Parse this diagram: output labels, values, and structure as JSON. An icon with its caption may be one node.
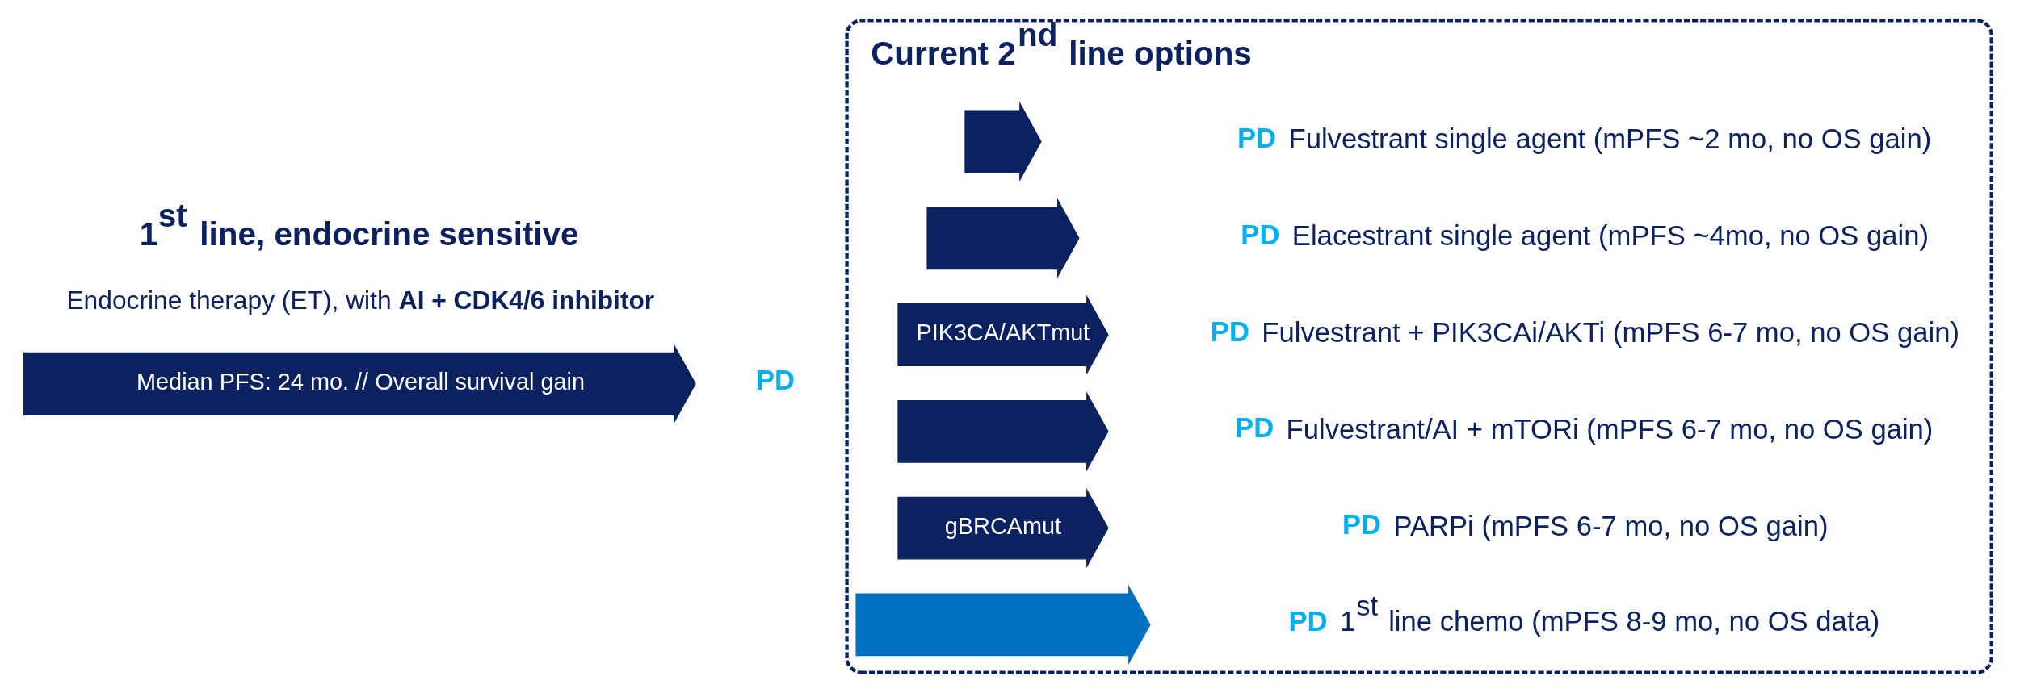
{
  "diagram": {
    "nodes": [
      {
        "text": [
          "Median PFS: 24 mo. // Overall survival gain"
        ]
      },
      {
        "text": [
          "PD"
        ]
      },
      {
        "text": [
          "Current 2$^{nd}$ line options"
        ]
      },
      {
        "text": [],
        "shape": "arrow",
        "in": 2
      },
      {
        "text": [
          "PD"
        ],
        "beside": [
          "Fulvestrant single agent (mPFS ~2 mo, no OS gain)"
        ],
        "in": 2
      },
      {
        "text": [],
        "shape": "arrow",
        "in": 2
      },
      {
        "text": [
          "PD"
        ],
        "beside": [
          "Elacestrant single agent (mPFS ~4mo, no OS gain)"
        ],
        "in": 2
      },
      {
        "text": [
          "PIK3CA/AKTmut"
        ],
        "in": 2
      },
      {
        "text": [
          "PD"
        ],
        "beside": [
          "Fulvestrant + PIK3CAi/AKTi (mPFS 6-7 mo, no OS gain)"
        ],
        "in": 2
      },
      {
        "text": [],
        "shape": "arrow",
        "in": 2
      },
      {
        "text": [
          "PD"
        ],
        "beside": [
          "Fulvestrant/AI + mTORi (mPFS 6-7 mo, no OS gain)"
        ],
        "in": 2
      },
      {
        "text": [
          "gBRCAmut"
        ],
        "in": 2
      },
      {
        "text": [
          "PD"
        ],
        "beside": [
          "PARPi (mPFS 6-7 mo, no OS gain)"
        ],
        "in": 2
      },
      {
        "text": [],
        "shape": "arrow",
        "in": 2
      },
      {
        "text": [
          "PD"
        ],
        "beside": [
          "1$^{st}$ line chemo (mPFS 8-9 mo, no OS data)"
        ],
        "in": 2
      }
    ],
    "labels": [
      "1$^{st}$ line, endocrine sensitive",
      "Endocrine therapy (ET), with **AI + CDK4/6 inhibitor**"
    ]
  }
}
